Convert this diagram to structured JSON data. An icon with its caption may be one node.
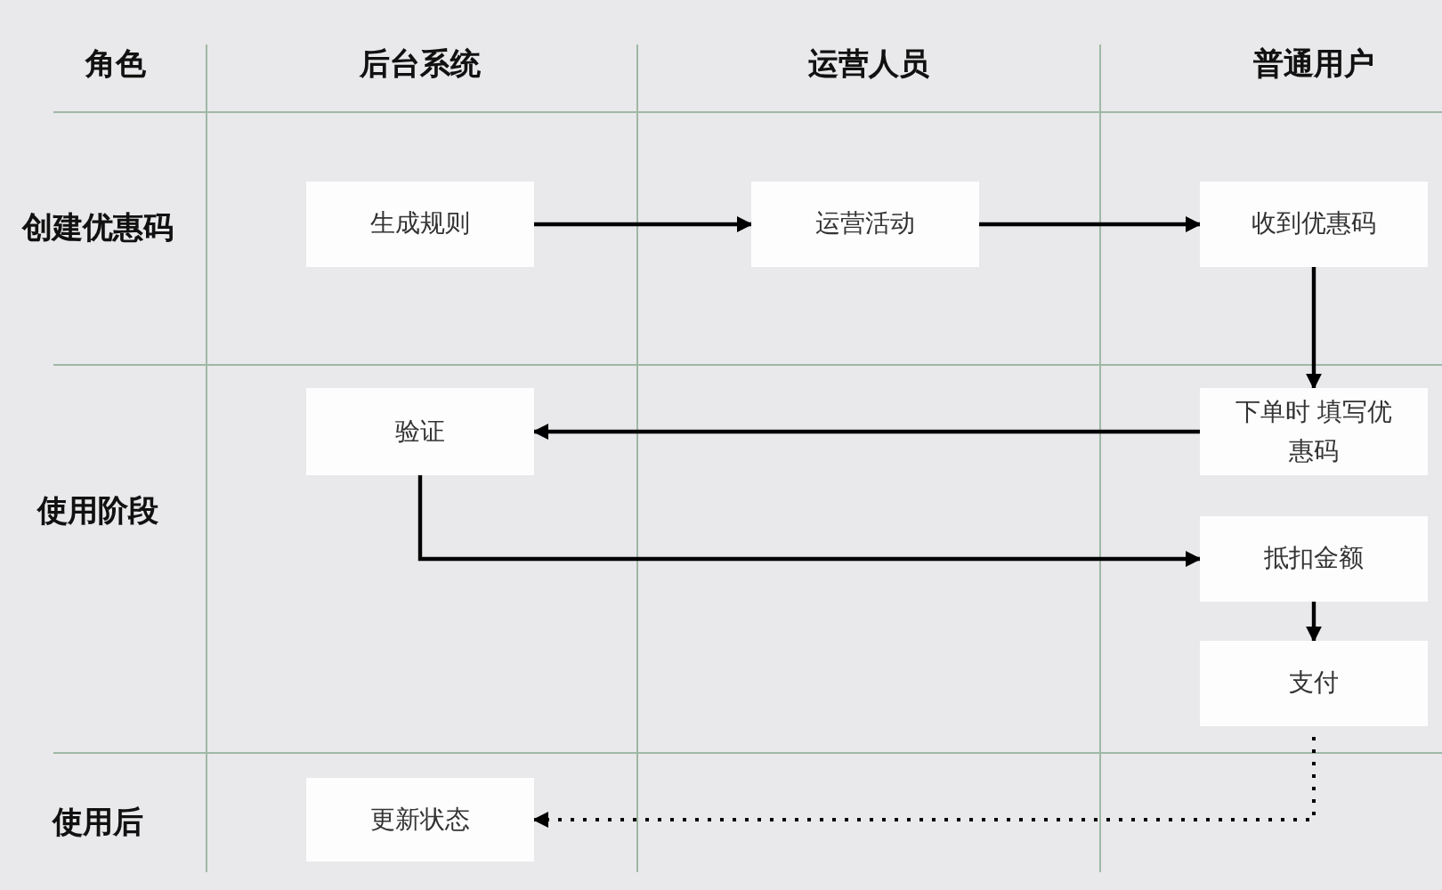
{
  "diagram": {
    "nodes": [
      {
        "text": [
          "生成规则"
        ]
      },
      {
        "text": [
          "运营活动"
        ]
      },
      {
        "text": [
          "收到优惠码"
        ]
      },
      {
        "text": [
          "验证"
        ]
      },
      {
        "text": [
          "下单时 填写优惠码"
        ]
      },
      {
        "text": [
          "抵扣金额"
        ]
      },
      {
        "text": [
          "支付"
        ]
      },
      {
        "text": [
          "更新状态"
        ]
      }
    ],
    "edges": [
      {
        "from": 0,
        "to": 1,
        "arrow": "to"
      },
      {
        "from": 1,
        "to": 2,
        "arrow": "to"
      },
      {
        "from": 2,
        "to": 4,
        "arrow": "to"
      },
      {
        "from": 4,
        "to": 3,
        "arrow": "to"
      },
      {
        "from": 3,
        "to": 5,
        "arrow": "to"
      },
      {
        "from": 5,
        "to": 6,
        "arrow": "to"
      },
      {
        "from": 6,
        "to": 7,
        "arrow": "to",
        "style": "dashed"
      }
    ],
    "labels": [
      "角色",
      "后台系统",
      "运营人员",
      "普通用户",
      "创建优惠码",
      "使用阶段",
      "使用后"
    ]
  }
}
